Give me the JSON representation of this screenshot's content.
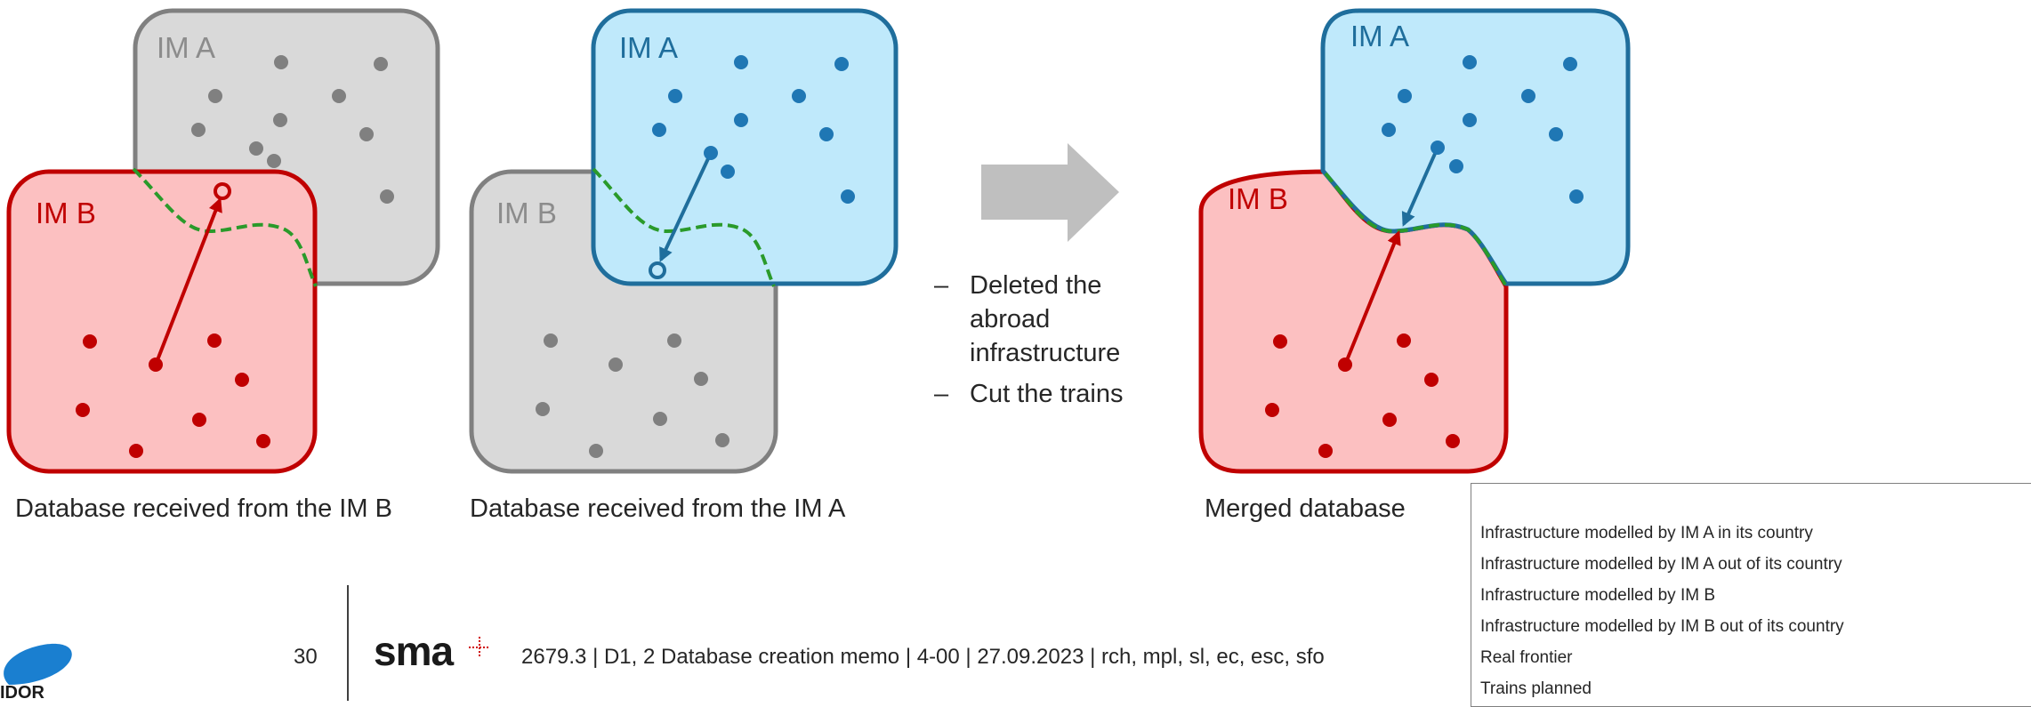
{
  "panels": {
    "imb": {
      "box_b_label": "IM B",
      "box_a_label": "IM A",
      "caption": "Database received from the IM B"
    },
    "ima": {
      "box_b_label": "IM B",
      "box_a_label": "IM A",
      "caption": "Database received from the IM A"
    },
    "merged": {
      "box_b_label": "IM B",
      "box_a_label": "IM A",
      "caption": "Merged database"
    }
  },
  "steps": {
    "dash": "–",
    "items": [
      "Deleted the abroad infrastructure",
      "Cut the trains"
    ]
  },
  "legend": {
    "rows": [
      "Infrastructure modelled by IM A in its country",
      "Infrastructure modelled by IM A out of its country",
      "Infrastructure modelled by IM B",
      "Infrastructure modelled by IM B out of its country",
      "Real frontier",
      "Trains planned"
    ]
  },
  "footer": {
    "page_number": "30",
    "logo_text": "sma",
    "doc_text": "2679.3 | D1, 2 Database creation memo | 4-00 | 27.09.2023 | rch, mpl, sl, ec, esc, sfo",
    "corner_text": "IDOR"
  },
  "colors": {
    "im_a_fill": "#bfe9fb",
    "im_a_stroke": "#1f6e9c",
    "im_a_dot": "#1f77b4",
    "im_b_fill": "#fcc0c1",
    "im_b_stroke": "#c00000",
    "grey_fill": "#d9d9d9",
    "grey_stroke": "#808080",
    "frontier": "#2a9a2a",
    "arrow_grey": "#bfbfbf"
  }
}
